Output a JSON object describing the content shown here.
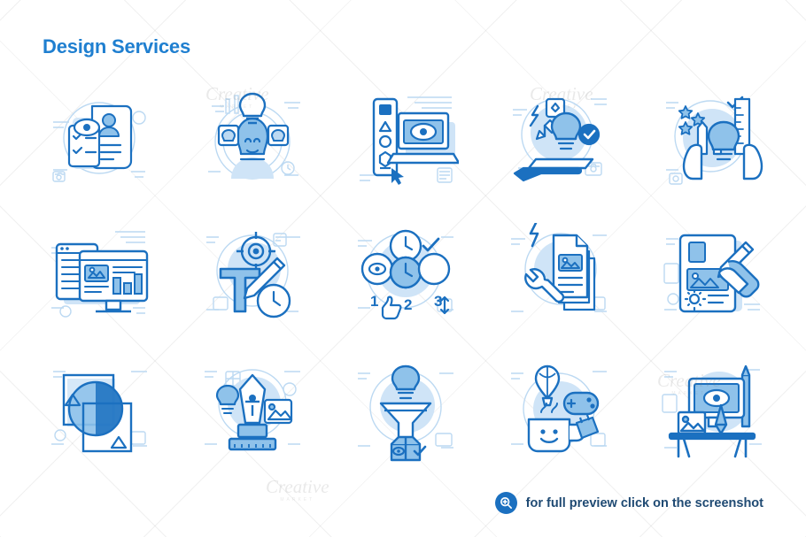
{
  "page": {
    "title": "Design Services",
    "background_color": "#ffffff",
    "title_color": "#1f7fd0",
    "accent_primary": "#1b70c0",
    "accent_light": "#bcd9f2",
    "accent_mid": "#6fb0e6",
    "watermark_text": "Creative",
    "watermark_subtext": "MARKET"
  },
  "footer": {
    "text": "for full preview click on the screenshot",
    "icon": "magnifier-plus-icon",
    "badge_color": "#1b70c0",
    "text_color": "#1f4a73"
  },
  "icons": [
    {
      "id": 1,
      "name": "document-review-icon",
      "label": "Document review with checkmarks and eye"
    },
    {
      "id": 2,
      "name": "creative-thinking-icon",
      "label": "Person head with lightbulb ideas"
    },
    {
      "id": 3,
      "name": "ui-design-tools-icon",
      "label": "Toolbar with laptop and eye preview"
    },
    {
      "id": 4,
      "name": "idea-delivery-icon",
      "label": "Hand holding lightbulb with check"
    },
    {
      "id": 5,
      "name": "design-rating-icon",
      "label": "Hands with lightbulb, ruler and stars"
    },
    {
      "id": 6,
      "name": "web-dashboard-icon",
      "label": "Monitor with dashboard charts"
    },
    {
      "id": 7,
      "name": "typography-icon",
      "label": "Letter T with pencil and target"
    },
    {
      "id": 8,
      "name": "user-testing-icon",
      "label": "Clock circles with ranking and thumb"
    },
    {
      "id": 9,
      "name": "content-fix-icon",
      "label": "Document stack with wrench"
    },
    {
      "id": 10,
      "name": "sketching-icon",
      "label": "Hand drawing on tablet page"
    },
    {
      "id": 11,
      "name": "color-blend-icon",
      "label": "Overlapping shapes color theory"
    },
    {
      "id": 12,
      "name": "vector-illustration-icon",
      "label": "Pen nib with image and bulb"
    },
    {
      "id": 13,
      "name": "design-funnel-icon",
      "label": "Funnel with lightbulb and box"
    },
    {
      "id": 14,
      "name": "inspiration-break-icon",
      "label": "Coffee cup, balloon and gamepad"
    },
    {
      "id": 15,
      "name": "workstation-icon",
      "label": "Desk with monitor and tools"
    }
  ]
}
